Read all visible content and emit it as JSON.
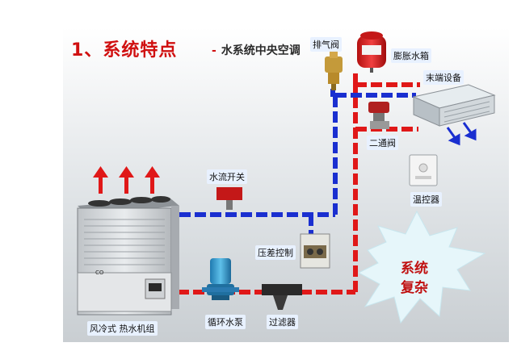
{
  "header": {
    "number": "1、",
    "title": "系统特点",
    "dash": "-",
    "subtitle": "水系统中央空调"
  },
  "labels": {
    "exhaust_valve": "排气阀",
    "expansion_tank": "膨胀水箱",
    "terminal_unit": "末端设备",
    "two_way_valve": "二通阀",
    "thermostat": "温控器",
    "flow_switch": "水流开关",
    "pressure_diff_control": "压差控制",
    "circulation_pump": "循环水泵",
    "filter": "过滤器",
    "chiller_unit": "风冷式  热水机组"
  },
  "burst": {
    "line1": "系统",
    "line2": "复杂"
  },
  "colors": {
    "title_red": "#d01010",
    "supply_red": "#e01818",
    "return_blue": "#1a2fd0",
    "background_gray": "#cfd4d8",
    "burst_fill": "#e6f6fa"
  }
}
